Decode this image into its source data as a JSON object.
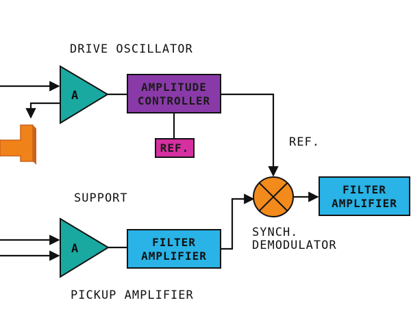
{
  "labels": {
    "drive_oscillator": "DRIVE OSCILLATOR",
    "support": "SUPPORT",
    "pickup_amplifier": "PICKUP AMPLIFIER",
    "ref_text": "REF.",
    "synch_line1": "SYNCH.",
    "synch_line2": "DEMODULATOR"
  },
  "blocks": {
    "amplitude_controller": {
      "line1": "AMPLITUDE",
      "line2": "CONTROLLER"
    },
    "ref_box": "REF.",
    "filter_amp_lower": {
      "line1": "FILTER",
      "line2": "AMPLIFIER"
    },
    "filter_amp_right": {
      "line1": "FILTER",
      "line2": "AMPLIFIER"
    },
    "drive_amp_symbol": "A",
    "pickup_amp_symbol": "A"
  },
  "colors": {
    "amplifier_fill": "#1aa9a1",
    "controller_fill": "#8a3aa8",
    "ref_box_fill": "#d62fa0",
    "filter_fill": "#29b3e6",
    "demodulator_fill": "#f28a1c",
    "actuator_fill": "#f0821a"
  }
}
